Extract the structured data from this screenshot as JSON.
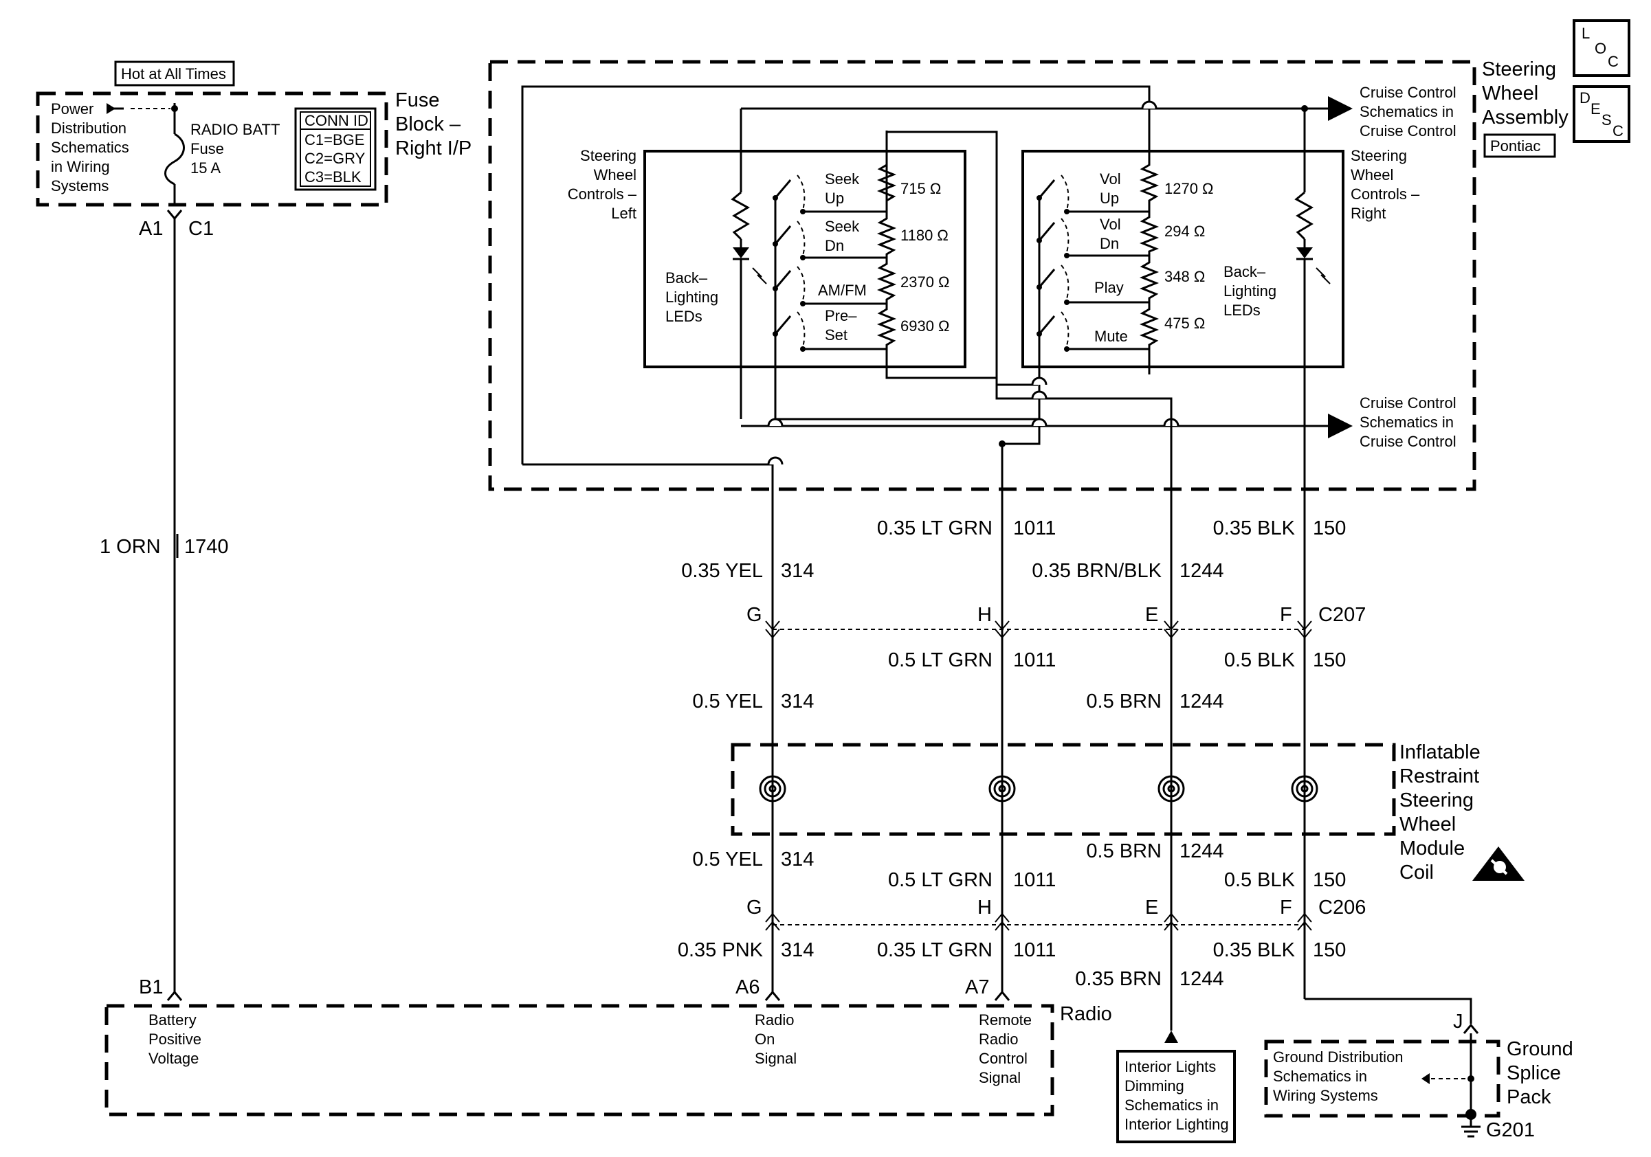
{
  "corner_icons": {
    "loc": [
      "L",
      "O",
      "C"
    ],
    "desc": [
      "D",
      "E",
      "S",
      "C"
    ]
  },
  "fuse_block": {
    "badge": "Hot at All Times",
    "title": [
      "Fuse",
      "Block –",
      "Right I/P"
    ],
    "power_ref": [
      "Power",
      "Distribution",
      "Schematics",
      "in Wiring",
      "Systems"
    ],
    "fuse": [
      "RADIO BATT",
      "Fuse",
      "15 A"
    ],
    "conn_table": [
      "CONN ID",
      "C1=BGE",
      "C2=GRY",
      "C3=BLK"
    ],
    "pins": [
      "A1",
      "C1"
    ]
  },
  "feed_wire": {
    "label": "1 ORN",
    "circuit": "1740"
  },
  "steering_wheel": {
    "title": [
      "Steering",
      "Wheel",
      "Assembly"
    ],
    "badge": "Pontiac",
    "left_controls": {
      "title": [
        "Steering",
        "Wheel",
        "Controls –",
        "Left"
      ],
      "leds": [
        "Back–",
        "Lighting",
        "LEDs"
      ],
      "switches": [
        {
          "name": [
            "Seek",
            "Up"
          ],
          "resistor": "715 Ω"
        },
        {
          "name": [
            "Seek",
            "Dn"
          ],
          "resistor": "1180 Ω"
        },
        {
          "name": [
            "AM/FM"
          ],
          "resistor": "2370 Ω"
        },
        {
          "name": [
            "Pre–",
            "Set"
          ],
          "resistor": "6930 Ω"
        }
      ]
    },
    "right_controls": {
      "title": [
        "Steering",
        "Wheel",
        "Controls –",
        "Right"
      ],
      "leds": [
        "Back–",
        "Lighting",
        "LEDs"
      ],
      "switches": [
        {
          "name": [
            "Vol",
            "Up"
          ],
          "resistor": "1270 Ω"
        },
        {
          "name": [
            "Vol",
            "Dn"
          ],
          "resistor": "294 Ω"
        },
        {
          "name": [
            "Play"
          ],
          "resistor": "348 Ω"
        },
        {
          "name": [
            "Mute"
          ],
          "resistor": "475 Ω"
        }
      ]
    },
    "cruise_refs": [
      [
        "Cruise Control",
        "Schematics in",
        "Cruise Control"
      ],
      [
        "Cruise Control",
        "Schematics in",
        "Cruise Control"
      ]
    ]
  },
  "wires_upper": [
    {
      "gauge": "0.35 YEL",
      "circuit": "314"
    },
    {
      "gauge": "0.35 LT GRN",
      "circuit": "1011"
    },
    {
      "gauge": "0.35 BRN/BLK",
      "circuit": "1244"
    },
    {
      "gauge": "0.35 BLK",
      "circuit": "150"
    }
  ],
  "c207": {
    "name": "C207",
    "pins": [
      "G",
      "H",
      "E",
      "F"
    ]
  },
  "wires_middle": [
    {
      "gauge": "0.5 YEL",
      "circuit": "314"
    },
    {
      "gauge": "0.5 LT GRN",
      "circuit": "1011"
    },
    {
      "gauge": "0.5 BRN",
      "circuit": "1244"
    },
    {
      "gauge": "0.5 BLK",
      "circuit": "150"
    }
  ],
  "coil": {
    "title": [
      "Inflatable",
      "Restraint",
      "Steering",
      "Wheel",
      "Module",
      "Coil"
    ]
  },
  "wires_coil_lower": [
    {
      "gauge": "0.5 YEL",
      "circuit": "314"
    },
    {
      "gauge": "0.5 LT GRN",
      "circuit": "1011"
    },
    {
      "gauge": "0.5 BRN",
      "circuit": "1244"
    },
    {
      "gauge": "0.5 BLK",
      "circuit": "150"
    }
  ],
  "c206": {
    "name": "C206",
    "pins": [
      "G",
      "H",
      "E",
      "F"
    ]
  },
  "wires_lower": [
    {
      "gauge": "0.35 PNK",
      "circuit": "314"
    },
    {
      "gauge": "0.35 LT GRN",
      "circuit": "1011"
    },
    {
      "gauge": "0.35 BRN",
      "circuit": "1244"
    },
    {
      "gauge": "0.35 BLK",
      "circuit": "150"
    }
  ],
  "radio": {
    "title": "Radio",
    "pins": [
      {
        "pin": "B1",
        "desc": [
          "Battery",
          "Positive",
          "Voltage"
        ]
      },
      {
        "pin": "A6",
        "desc": [
          "Radio",
          "On",
          "Signal"
        ]
      },
      {
        "pin": "A7",
        "desc": [
          "Remote",
          "Radio",
          "Control",
          "Signal"
        ]
      }
    ]
  },
  "interior_lights_ref": [
    "Interior Lights",
    "Dimming",
    "Schematics in",
    "Interior Lighting"
  ],
  "ground_splice": {
    "title": [
      "Ground",
      "Splice",
      "Pack"
    ],
    "pin": "J",
    "ref": [
      "Ground Distribution",
      "Schematics in",
      "Wiring Systems"
    ],
    "ground": "G201"
  }
}
